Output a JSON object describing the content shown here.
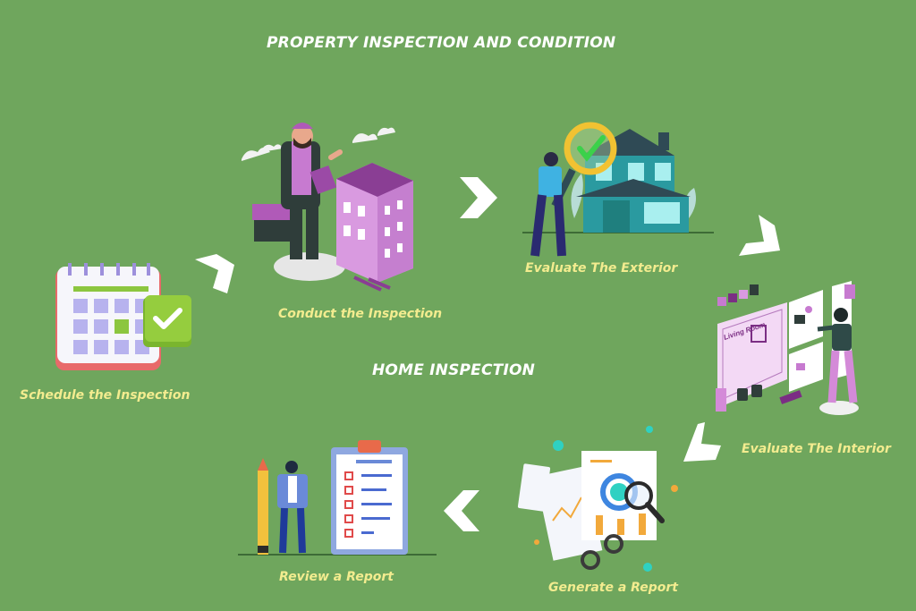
{
  "header": {
    "title": "PROPERTY INSPECTION AND CONDITION"
  },
  "center": {
    "title": "HOME INSPECTION"
  },
  "steps": [
    {
      "label": "Schedule the Inspection",
      "icon": "calendar-check-icon"
    },
    {
      "label": "Conduct the Inspection",
      "icon": "inspector-building-icon"
    },
    {
      "label": "Evaluate The Exterior",
      "icon": "house-magnifier-icon"
    },
    {
      "label": "Evaluate The Interior",
      "icon": "interior-design-board-icon"
    },
    {
      "label": "Generate a Report",
      "icon": "report-charts-icon"
    },
    {
      "label": "Review a Report",
      "icon": "checklist-clipboard-icon"
    }
  ],
  "interior_board_text": "Living Room",
  "colors": {
    "background": "#6fa65d",
    "title": "#ffffff",
    "step_label": "#f3ec8f",
    "arrow": "#ffffff"
  }
}
